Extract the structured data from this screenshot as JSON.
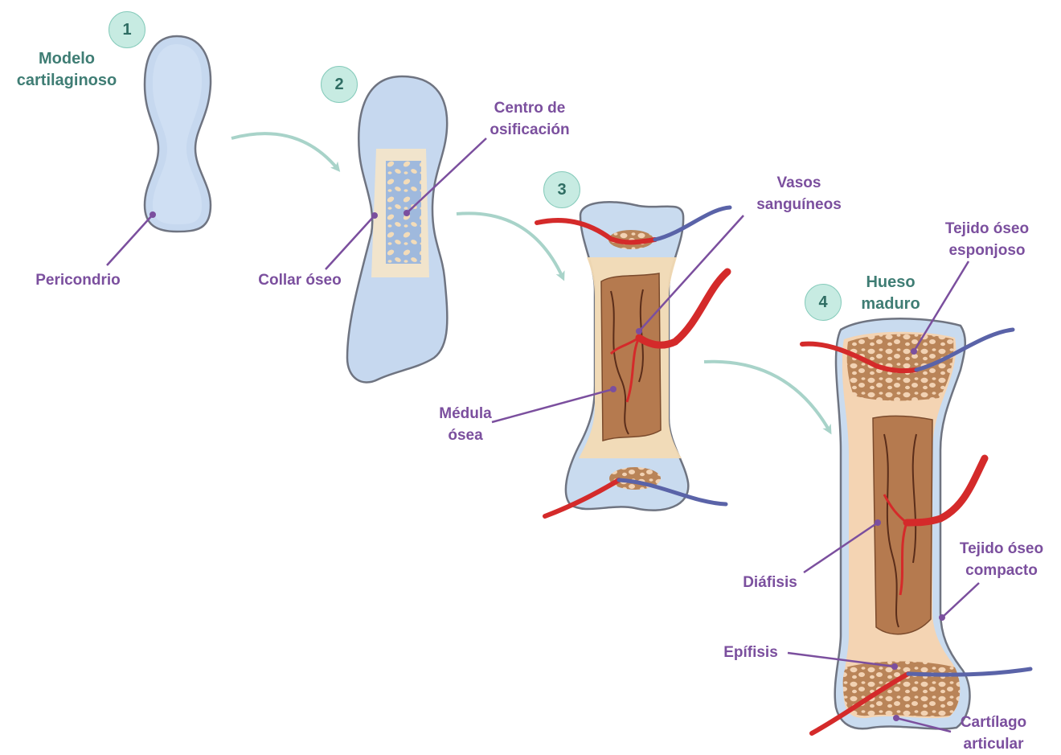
{
  "stages": [
    {
      "number": "1",
      "title": "Modelo cartilaginoso"
    },
    {
      "number": "2",
      "title": ""
    },
    {
      "number": "3",
      "title": ""
    },
    {
      "number": "4",
      "title": "Hueso maduro"
    }
  ],
  "labels": {
    "modelo_line1": "Modelo",
    "modelo_line2": "cartilaginoso",
    "pericondrio": "Pericondrio",
    "collar_oseo": "Collar óseo",
    "centro_line1": "Centro de",
    "centro_line2": "osificación",
    "vasos_line1": "Vasos",
    "vasos_line2": "sanguíneos",
    "medula_line1": "Médula",
    "medula_line2": "ósea",
    "hueso_line1": "Hueso",
    "hueso_line2": "maduro",
    "esponjoso_line1": "Tejido óseo",
    "esponjoso_line2": "esponjoso",
    "compacto_line1": "Tejido óseo",
    "compacto_line2": "compacto",
    "diafisis": "Diáfisis",
    "epifisis": "Epífisis",
    "cartilago_line1": "Cartílago",
    "cartilago_line2": "articular"
  },
  "colors": {
    "label_purple": "#7b4f9e",
    "title_teal": "#3f7d74",
    "badge_fill": "#c7ebe2",
    "cartilage_blue": "#c6d8ef",
    "bone_cream": "#f3d4b4",
    "marrow_brown": "#b57a4f",
    "artery_red": "#d42a2a",
    "vein_blue": "#5a63a8",
    "arrow_teal": "#a8d3c9"
  }
}
